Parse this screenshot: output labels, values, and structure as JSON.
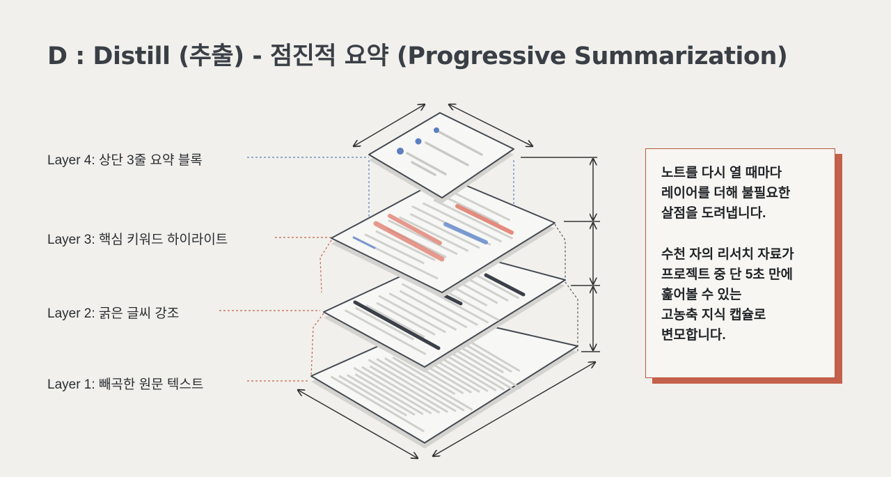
{
  "title": "D : Distill (추출) - 점진적 요약 (Progressive Summarization)",
  "layers": [
    {
      "label": "Layer 4: 상단 3줄 요약 블록"
    },
    {
      "label": "Layer 3: 핵심 키워드 하이라이트"
    },
    {
      "label": "Layer 2: 굵은 글씨 강조"
    },
    {
      "label": "Layer 1: 빼곡한 원문 텍스트"
    }
  ],
  "note": {
    "para1": [
      "노트를 다시 열 때마다",
      "레이어를 더해 불필요한",
      "살점을 도려냅니다."
    ],
    "para2": [
      "수천 자의 리서치 자료가",
      "프로젝트 중 단 5초 만에",
      "훑어볼 수 있는",
      "고농축 지식 캡슐로",
      "변모합니다."
    ]
  },
  "colors": {
    "accent": "#c4614a",
    "highlight_red": "#e07a6a",
    "highlight_blue": "#6a8fcf",
    "bold_bar": "#3a3f48",
    "guide_blue": "#5b7fc0",
    "guide_red": "#c4614a"
  }
}
